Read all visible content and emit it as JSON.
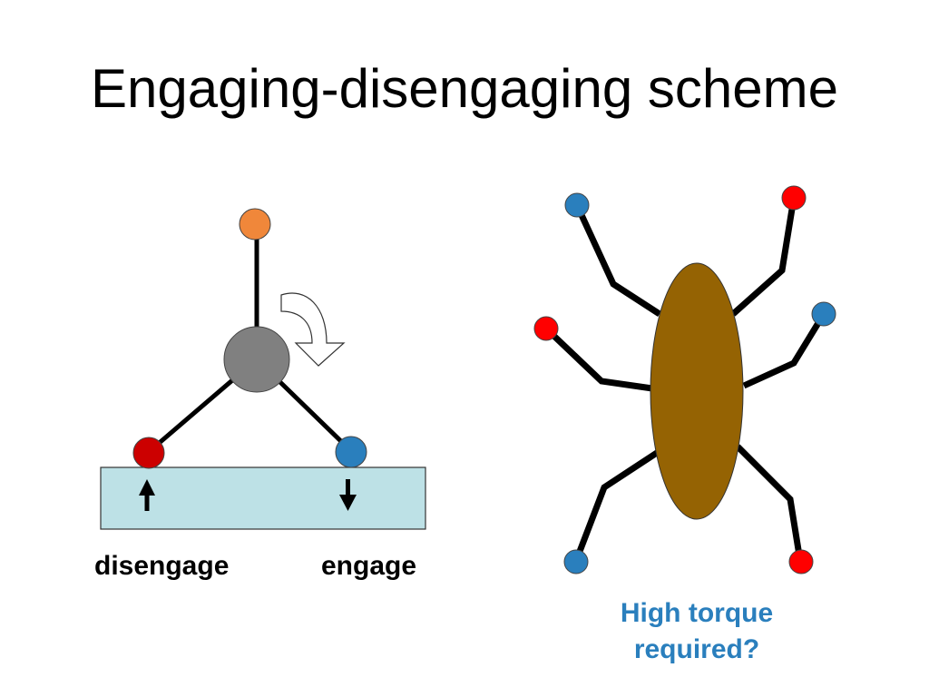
{
  "title": "Engaging-disengaging scheme",
  "left_diagram": {
    "label_disengage": "disengage",
    "label_engage": "engage"
  },
  "right_diagram": {
    "question_line1": "High torque",
    "question_line2": "required?"
  },
  "colors": {
    "orange": "#f0873a",
    "gray": "#808080",
    "red": "#cc0000",
    "bright_red": "#ff0000",
    "blue": "#2a7fbd",
    "surface": "#bde1e6",
    "body": "#956303",
    "question_text": "#2a7fbd"
  }
}
